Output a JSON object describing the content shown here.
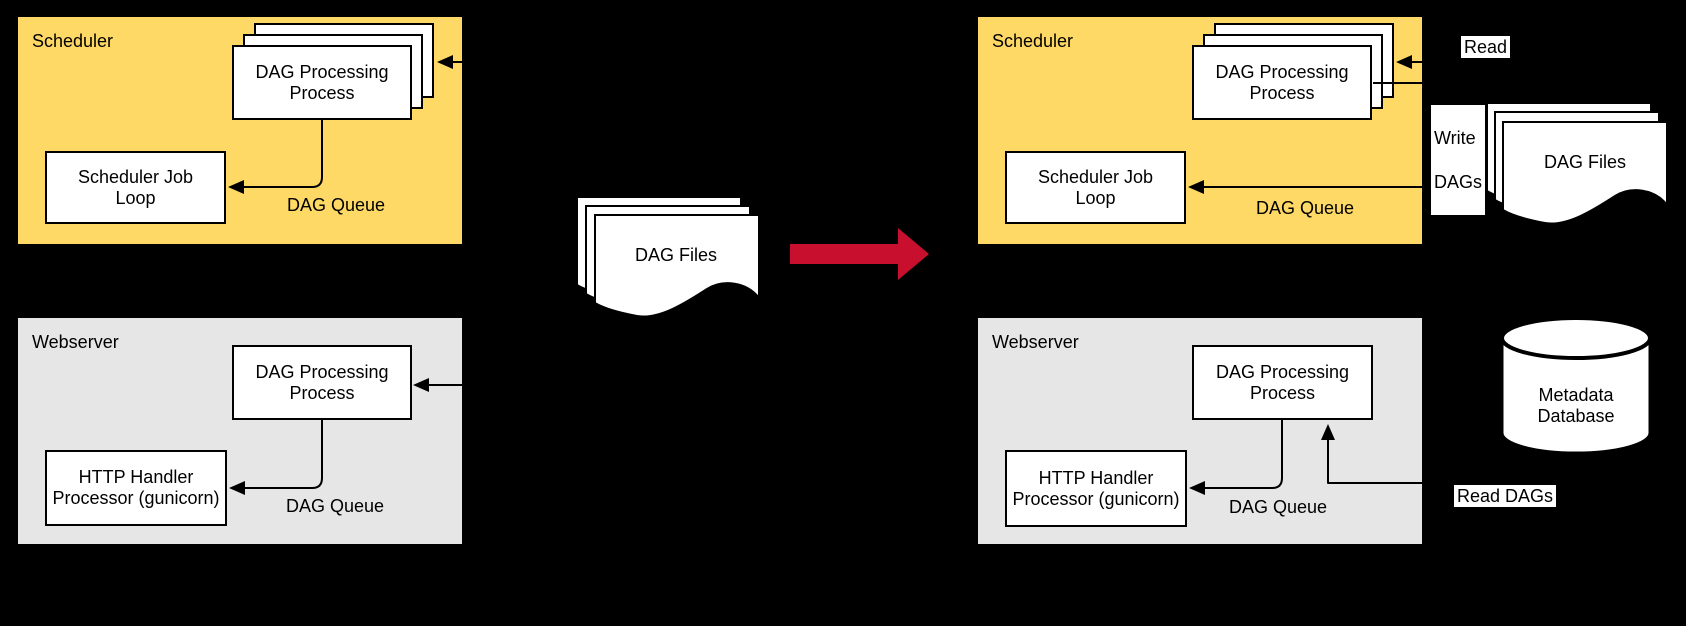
{
  "colors": {
    "background": "#000000",
    "scheduler_panel_fill": "#FFD966",
    "webserver_panel_fill": "#E6E6E6",
    "node_fill": "#FFFFFF",
    "stroke": "#000000",
    "transition_arrow_red": "#C8102E"
  },
  "panels": {
    "left_scheduler": {
      "title": "Scheduler"
    },
    "left_webserver": {
      "title": "Webserver"
    },
    "right_scheduler": {
      "title": "Scheduler"
    },
    "right_webserver": {
      "title": "Webserver"
    }
  },
  "nodes": {
    "dag_processing": {
      "line1": "DAG Processing",
      "line2": "Process"
    },
    "job_loop": {
      "line1": "Scheduler Job",
      "line2": "Loop"
    },
    "http_handler": {
      "line1": "HTTP Handler",
      "line2": "Processor (gunicorn)"
    },
    "dag_files": {
      "label": "DAG Files"
    },
    "metadata_db": {
      "line1": "Metadata",
      "line2": "Database"
    }
  },
  "edges": {
    "dag_queue": "DAG Queue",
    "read": "Read",
    "write_dags": {
      "line1": "Write",
      "line2": "DAGs"
    },
    "read_dags": "Read DAGs"
  }
}
